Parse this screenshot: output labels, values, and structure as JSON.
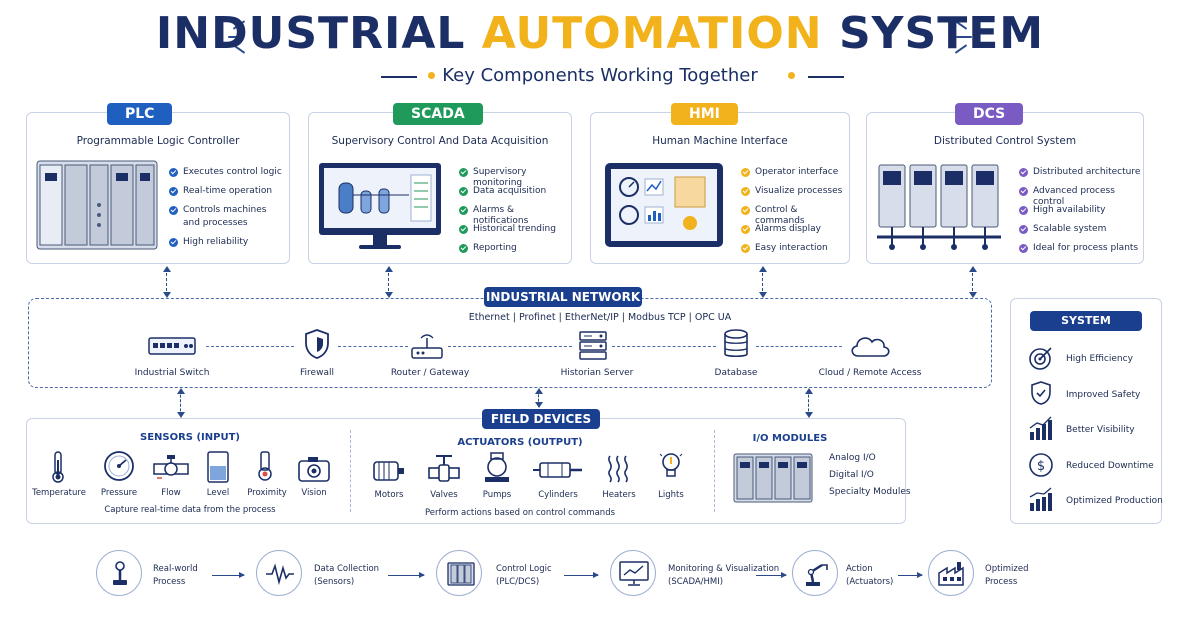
{
  "header": {
    "title_part1": "INDUSTRIAL",
    "title_accent": "AUTOMATION",
    "title_part2": "SYSTEM",
    "subtitle": "Key Components Working Together"
  },
  "colors": {
    "navy": "#1b2f66",
    "accent": "#f2b21b",
    "plc": "#1f5fbf",
    "scada": "#1f9a5a",
    "hmi": "#f2b21b",
    "dcs": "#7a5bc4"
  },
  "components": [
    {
      "tag": "PLC",
      "subtitle": "Programmable Logic Controller",
      "features": [
        "Executes control logic",
        "Real-time operation",
        "Controls machines",
        "and processes",
        "High reliability"
      ]
    },
    {
      "tag": "SCADA",
      "subtitle": "Supervisory Control And Data Acquisition",
      "features": [
        "Supervisory monitoring",
        "Data acquisition",
        "Alarms & notifications",
        "Historical trending",
        "Reporting"
      ]
    },
    {
      "tag": "HMI",
      "subtitle": "Human Machine Interface",
      "features": [
        "Operator interface",
        "Visualize processes",
        "Control & commands",
        "Alarms display",
        "Easy interaction"
      ]
    },
    {
      "tag": "DCS",
      "subtitle": "Distributed Control System",
      "features": [
        "Distributed architecture",
        "Advanced process control",
        "High availability",
        "Scalable system",
        "Ideal for process plants"
      ]
    }
  ],
  "network": {
    "title": "INDUSTRIAL NETWORK",
    "protocols": "Ethernet | Profinet | EtherNet/IP | Modbus TCP | OPC UA",
    "nodes": [
      {
        "label": "Industrial Switch",
        "icon": "switch-icon"
      },
      {
        "label": "Firewall",
        "icon": "shield-icon"
      },
      {
        "label": "Router / Gateway",
        "icon": "router-icon"
      },
      {
        "label": "Historian Server",
        "icon": "server-icon"
      },
      {
        "label": "Database",
        "icon": "database-icon"
      },
      {
        "label": "Cloud / Remote Access",
        "icon": "cloud-icon"
      }
    ]
  },
  "field": {
    "title": "FIELD DEVICES",
    "sensors": {
      "title": "SENSORS (INPUT)",
      "items": [
        "Temperature",
        "Pressure",
        "Flow",
        "Level",
        "Proximity",
        "Vision"
      ],
      "caption": "Capture real-time data from the process"
    },
    "actuators": {
      "title": "ACTUATORS (OUTPUT)",
      "items": [
        "Motors",
        "Valves",
        "Pumps",
        "Cylinders",
        "Heaters",
        "Lights"
      ],
      "caption": "Perform actions based on control commands"
    },
    "io": {
      "title": "I/O MODULES",
      "items": [
        "Analog I/O",
        "Digital I/O",
        "Specialty Modules"
      ]
    }
  },
  "benefits": {
    "title": "SYSTEM BENEFITS",
    "items": [
      "High Efficiency",
      "Improved Safety",
      "Better Visibility",
      "Reduced Downtime",
      "Optimized Production"
    ]
  },
  "flow": [
    {
      "line1": "Real-world",
      "line2": "Process"
    },
    {
      "line1": "Data Collection",
      "line2": "(Sensors)"
    },
    {
      "line1": "Control Logic",
      "line2": "(PLC/DCS)"
    },
    {
      "line1": "Monitoring & Visualization",
      "line2": "(SCADA/HMI)"
    },
    {
      "line1": "Action",
      "line2": "(Actuators)"
    },
    {
      "line1": "Optimized",
      "line2": "Process"
    }
  ]
}
